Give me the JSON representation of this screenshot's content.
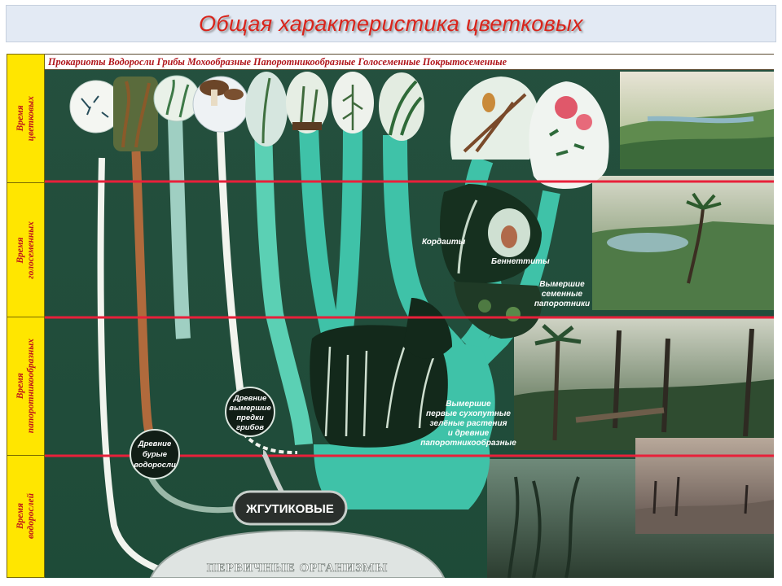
{
  "title": "Общая характеристика цветковых",
  "header": {
    "groups": "Прокариоты Водоросли   Грибы  Мохообразные  Папоротникообразные Голосеменные Покрытосеменные"
  },
  "eras": [
    {
      "label": "Время\nцветковых"
    },
    {
      "label": "Время\nголосеменных"
    },
    {
      "label": "Время\nпапоротникообразных"
    },
    {
      "label": "Время\nводорослей"
    }
  ],
  "diagram": {
    "base": "ПЕРВИЧНЫЕ ОРГАНИЗМЫ",
    "flagellates": "ЖГУТИКОВЫЕ",
    "brown_algae": [
      "Древние",
      "бурые",
      "водоросли"
    ],
    "fungi_ancestors": [
      "Древние",
      "вымершие",
      "предки",
      "грибов"
    ],
    "cordaites": "Кордаиты",
    "bennettites": "Беннеттиты",
    "seed_ferns": [
      "Вымершие",
      "семенные",
      "папоротники"
    ],
    "early_land_plants": [
      "Вымершие",
      "первые сухопутные",
      "зелёные растения",
      "и древние",
      "папоротникообразные"
    ]
  },
  "colors": {
    "title": "#d9241b",
    "era_fill": "#ffe600",
    "era_text": "#c0121b",
    "board": "#1d4a38",
    "branch": "#3fc2a8",
    "divider": "#e8203a"
  }
}
